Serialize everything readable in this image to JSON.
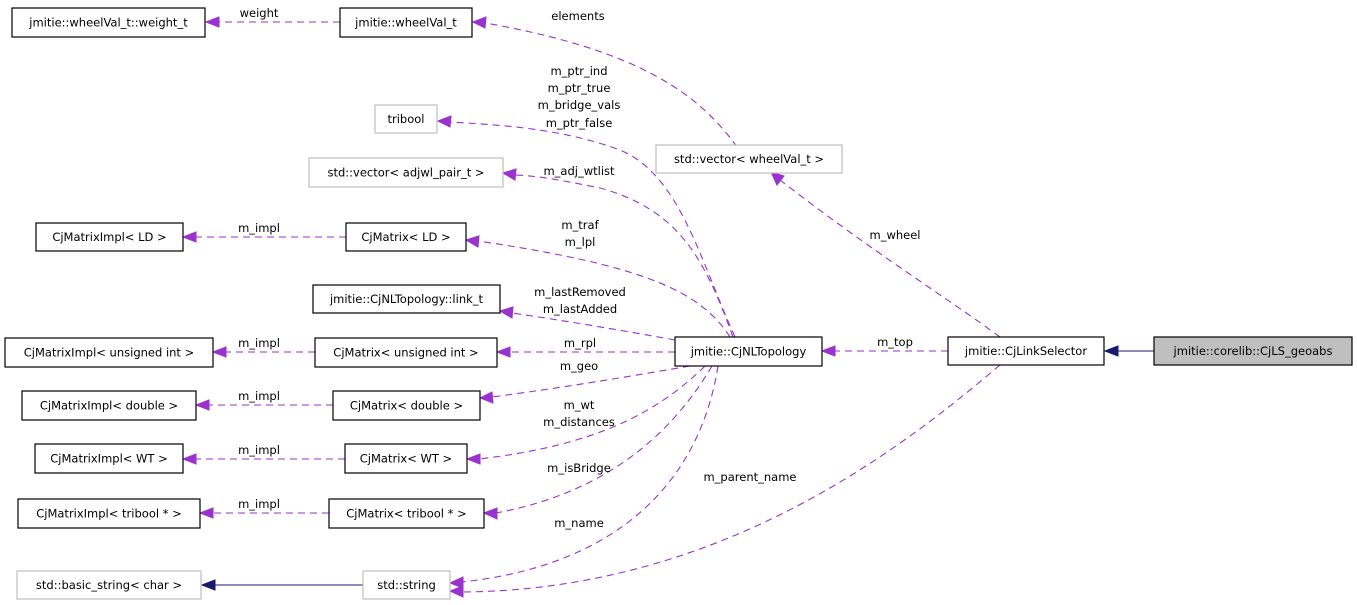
{
  "diagram": {
    "type": "collaboration-graph",
    "colors": {
      "usage_edge": "#9a32cd",
      "inheritance_edge": "#191970",
      "documented_border": "#000000",
      "undocumented_border": "#bfbfbf",
      "current_node_fill": "#bfbfbf"
    },
    "nodes": {
      "weight_t": "jmitie::wheelVal_t::weight_t",
      "wheelVal_t": "jmitie::wheelVal_t",
      "tribool": "tribool",
      "vector_wheelVal": "std::vector< wheelVal_t >",
      "vector_adjwl": "std::vector< adjwl_pair_t >",
      "impl_ld": "CjMatrixImpl< LD >",
      "matrix_ld": "CjMatrix< LD >",
      "link_t": "jmitie::CjNLTopology::link_t",
      "impl_uint": "CjMatrixImpl< unsigned int >",
      "matrix_uint": "CjMatrix< unsigned int >",
      "topology": "jmitie::CjNLTopology",
      "link_selector": "jmitie::CjLinkSelector",
      "geoabs": "jmitie::corelib::CjLS_geoabs",
      "impl_double": "CjMatrixImpl< double >",
      "matrix_double": "CjMatrix< double >",
      "impl_wt": "CjMatrixImpl< WT >",
      "matrix_wt": "CjMatrix< WT >",
      "impl_tribool": "CjMatrixImpl< tribool * >",
      "matrix_tribool": "CjMatrix< tribool * >",
      "basic_string": "std::basic_string< char >",
      "string": "std::string"
    },
    "edge_labels": {
      "weight": "weight",
      "elements": "elements",
      "tribool_refs": [
        "m_ptr_ind",
        "m_ptr_true",
        "m_bridge_vals",
        "m_ptr_false"
      ],
      "adj_wtlist": "m_adj_wtlist",
      "wheel": "m_wheel",
      "impl_ld": "m_impl",
      "traf_lpl": [
        "m_traf",
        "m_lpl"
      ],
      "link_t_refs": [
        "m_lastRemoved",
        "m_lastAdded"
      ],
      "impl_uint": "m_impl",
      "rpl": "m_rpl",
      "top": "m_top",
      "geo": "m_geo",
      "impl_double": "m_impl",
      "wt_distances": [
        "m_wt",
        "m_distances"
      ],
      "impl_wt": "m_impl",
      "isBridge": "m_isBridge",
      "parent_name": "m_parent_name",
      "impl_tribool": "m_impl",
      "name": "m_name"
    }
  }
}
